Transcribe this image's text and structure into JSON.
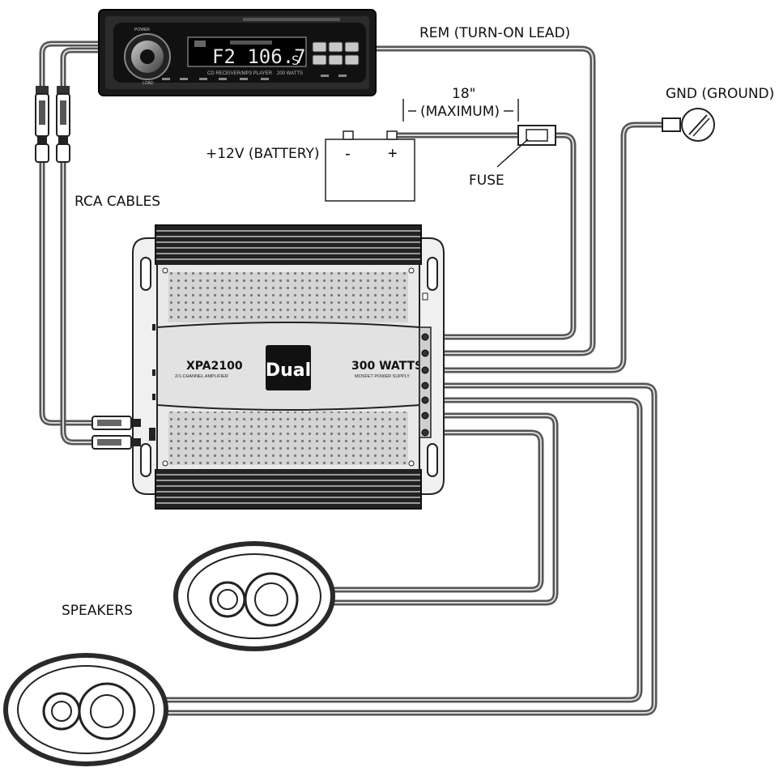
{
  "labels": {
    "rem": "REM (TURN-ON LEAD)",
    "gnd": "GND (GROUND)",
    "length": "18\"",
    "maximum": "(MAXIMUM)",
    "battery": "+12V (BATTERY)",
    "fuse": "FUSE",
    "rca": "RCA CABLES",
    "speakers": "SPEAKERS"
  },
  "battery": {
    "neg": "-",
    "pos": "+"
  },
  "amplifier": {
    "brand": "Dual",
    "model": "XPA2100",
    "model_sub": "2/1-CHANNEL AMPLIFIER",
    "power": "300 WATTS",
    "power_sub": "MOSFET POWER SUPPLY"
  },
  "headunit": {
    "display": "F2 106.7",
    "display_small": "S",
    "subtitle": "CD RECEIVER/MP3 PLAYER",
    "watts": "200 WATTS",
    "power_btn": "POWER",
    "load_btn": "LOAD"
  }
}
